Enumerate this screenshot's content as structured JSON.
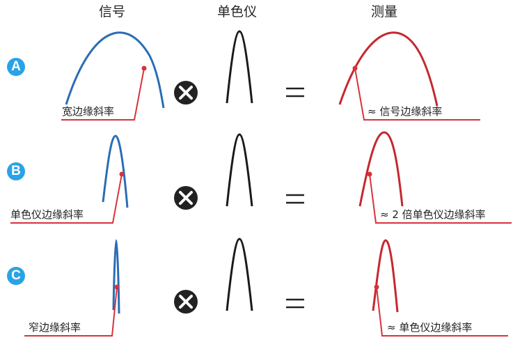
{
  "headers": {
    "signal": "信号",
    "monochromator": "单色仪",
    "measurement": "测量"
  },
  "rows": [
    {
      "label": "A",
      "signal_note": "宽边缘斜率",
      "result_note": "≈ 信号边缘斜率"
    },
    {
      "label": "B",
      "signal_note": "单色仪边缘斜率",
      "result_note": "≈ 2  倍单色仪边缘斜率"
    },
    {
      "label": "C",
      "signal_note": "窄边缘斜率",
      "result_note": "≈ 单色仪边缘斜率"
    }
  ],
  "operators": {
    "times_symbol": "×",
    "equals_symbol": "="
  },
  "colors": {
    "signal": "#2a6db5",
    "measurement": "#c4282f",
    "leader": "#d8323a",
    "badge": "#29a3e6",
    "operator": "#222222"
  }
}
